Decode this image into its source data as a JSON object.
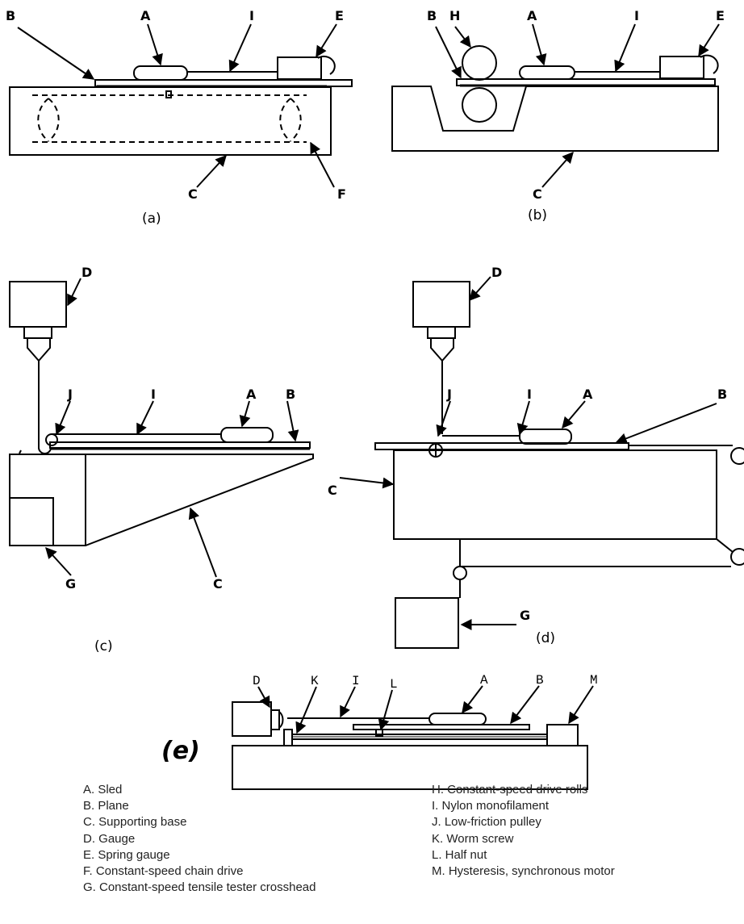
{
  "panels": {
    "a": {
      "caption": "(a)",
      "labels": {
        "A": "A",
        "B": "B",
        "I": "I",
        "E": "E",
        "C": "C",
        "F": "F"
      }
    },
    "b": {
      "caption": "(b)",
      "labels": {
        "B": "B",
        "H": "H",
        "A": "A",
        "I": "I",
        "E": "E",
        "C": "C"
      }
    },
    "c": {
      "caption": "(c)",
      "labels": {
        "D": "D",
        "J": "J",
        "I": "I",
        "A": "A",
        "B": "B",
        "G": "G",
        "C": "C"
      }
    },
    "d": {
      "caption": "(d)",
      "labels": {
        "D": "D",
        "J": "J",
        "I": "I",
        "A": "A",
        "B": "B",
        "C": "C",
        "G": "G"
      }
    },
    "e": {
      "caption": "(e)",
      "labels": {
        "D": "D",
        "K": "K",
        "I": "I",
        "L": "L",
        "A": "A",
        "B": "B",
        "M": "M"
      }
    }
  },
  "legend": {
    "left": [
      "A.  Sled",
      "B.  Plane",
      "C.  Supporting base",
      "D.  Gauge",
      "E.  Spring gauge",
      "F.  Constant-speed chain drive",
      "G.  Constant-speed tensile tester crosshead"
    ],
    "right": [
      "H.  Constant-speed drive rolls",
      "I.  Nylon monofilament",
      "J.  Low-friction pulley",
      "K.  Worm screw",
      "L.  Half nut",
      "M.  Hysteresis, synchronous motor"
    ]
  }
}
